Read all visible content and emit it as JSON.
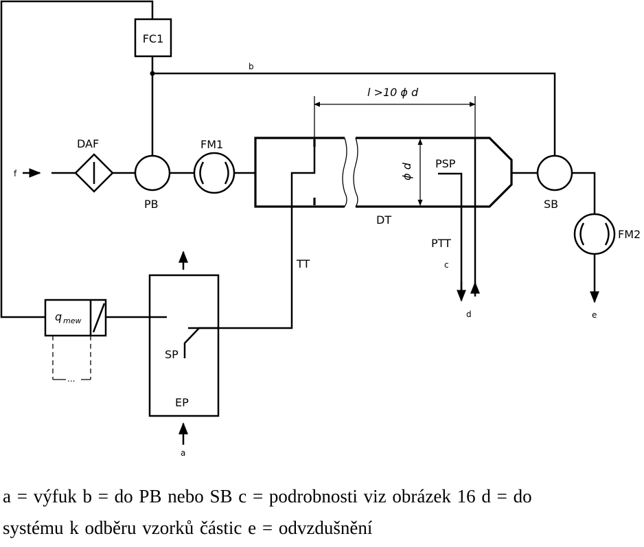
{
  "labels": {
    "fc1": "FC1",
    "b": "b",
    "length": "l >10 ϕ d",
    "daf": "DAF",
    "fm1": "FM1",
    "f": "f",
    "pb": "PB",
    "phi_d": "ϕ d",
    "psp": "PSP",
    "dt": "DT",
    "sb": "SB",
    "fm2": "FM2",
    "ptt": "PTT",
    "c": "c",
    "tt": "TT",
    "d": "d",
    "e": "e",
    "q": "q",
    "q_sub": "mew",
    "dots": "...",
    "sp": "SP",
    "ep": "EP",
    "a": "a"
  },
  "caption": {
    "line1": "a = výfuk  b = do PB nebo SB c = podrobnosti  viz  obrázek  16 d = do",
    "line2": "systému  k odběru vzorků  částic  e = odvzdušnění"
  }
}
